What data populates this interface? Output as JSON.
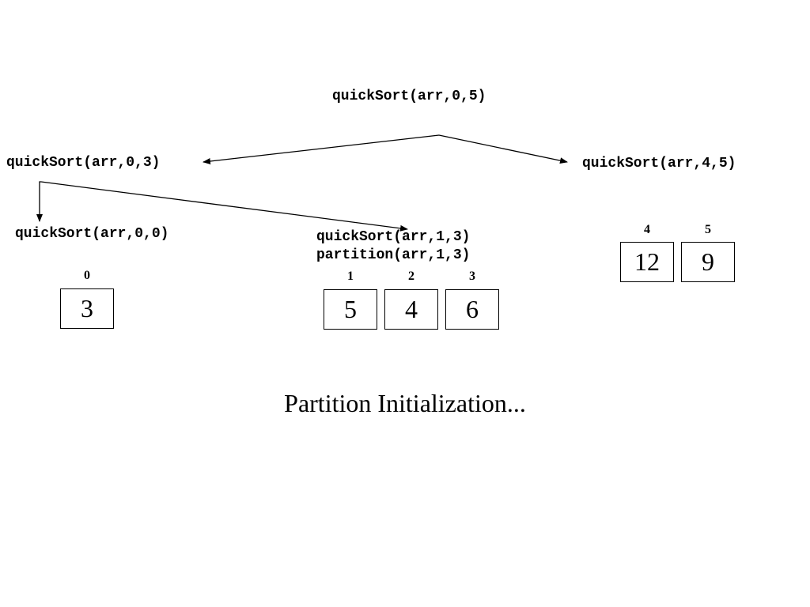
{
  "calls": {
    "root": "quickSort(arr,0,5)",
    "left": "quickSort(arr,0,3)",
    "right": "quickSort(arr,4,5)",
    "left_left": "quickSort(arr,0,0)",
    "left_right": "quickSort(arr,1,3)",
    "left_right_partition": "partition(arr,1,3)"
  },
  "arrays": {
    "left_left": {
      "indices": [
        "0"
      ],
      "values": [
        "3"
      ]
    },
    "left_right": {
      "indices": [
        "1",
        "2",
        "3"
      ],
      "values": [
        "5",
        "4",
        "6"
      ]
    },
    "right": {
      "indices": [
        "4",
        "5"
      ],
      "values": [
        "12",
        "9"
      ]
    }
  },
  "caption": "Partition Initialization..."
}
